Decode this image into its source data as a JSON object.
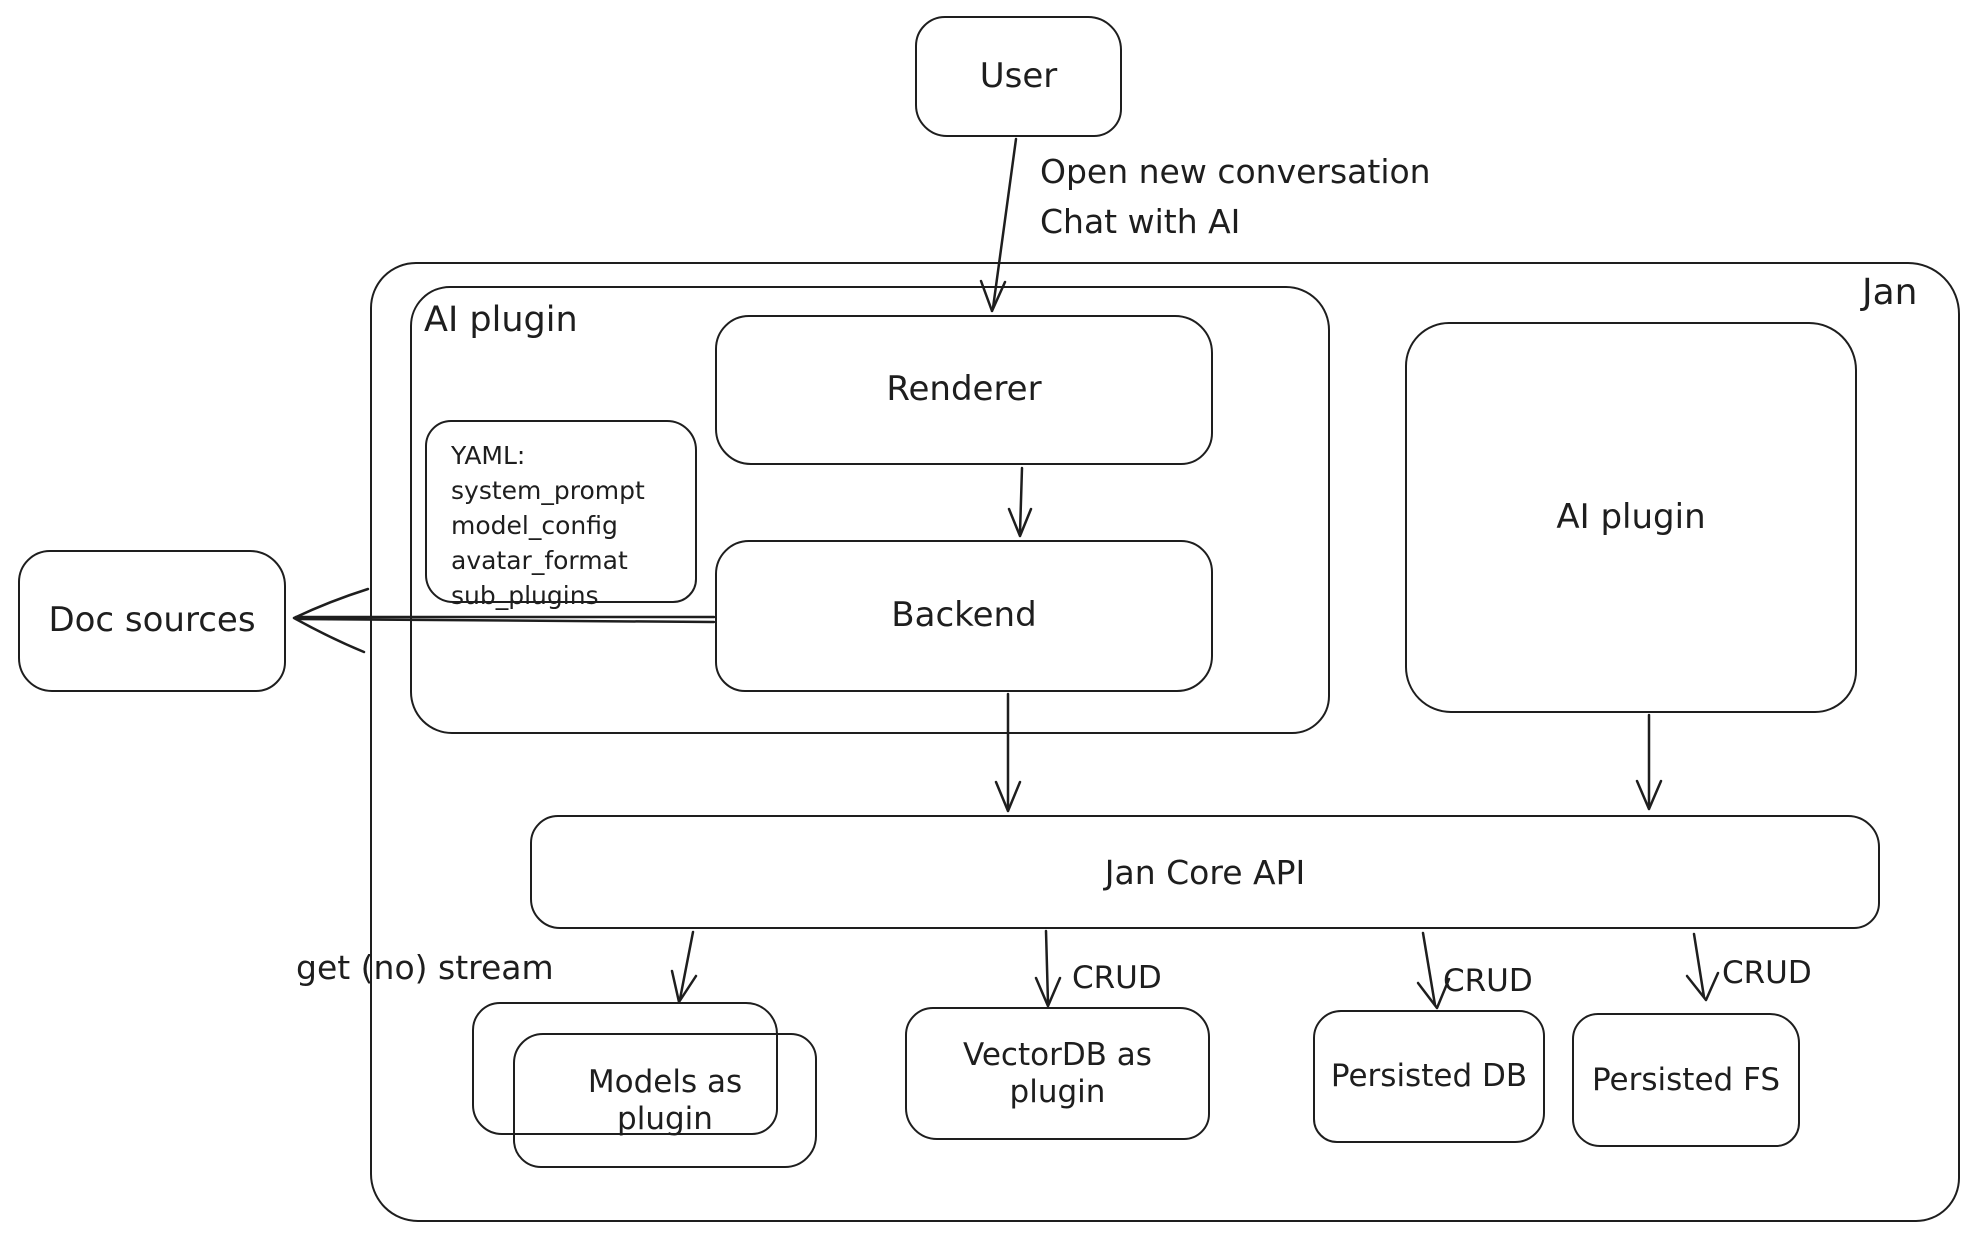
{
  "diagram": {
    "container_title": "Jan",
    "nodes": {
      "user": "User",
      "ai_plugin_left": "AI plugin",
      "renderer": "Renderer",
      "backend": "Backend",
      "ai_plugin_right": "AI plugin",
      "doc_sources": "Doc sources",
      "jan_core_api": "Jan Core API",
      "models_as_plugin": "Models as plugin",
      "vectordb_as_plugin": "VectorDB as plugin",
      "persisted_db": "Persisted DB",
      "persisted_fs": "Persisted FS"
    },
    "yaml_note": {
      "lines": [
        "YAML:",
        "system_prompt",
        "model_config",
        "avatar_format",
        "sub_plugins"
      ]
    },
    "edge_labels": {
      "user_action_line1": "Open new conversation",
      "user_action_line2": "Chat with AI",
      "get_no_stream": "get (no) stream",
      "crud_vectordb": "CRUD",
      "crud_persisted_db": "CRUD",
      "crud_persisted_fs": "CRUD"
    },
    "colors": {
      "stroke": "#1e1e1e",
      "background": "#ffffff"
    }
  }
}
